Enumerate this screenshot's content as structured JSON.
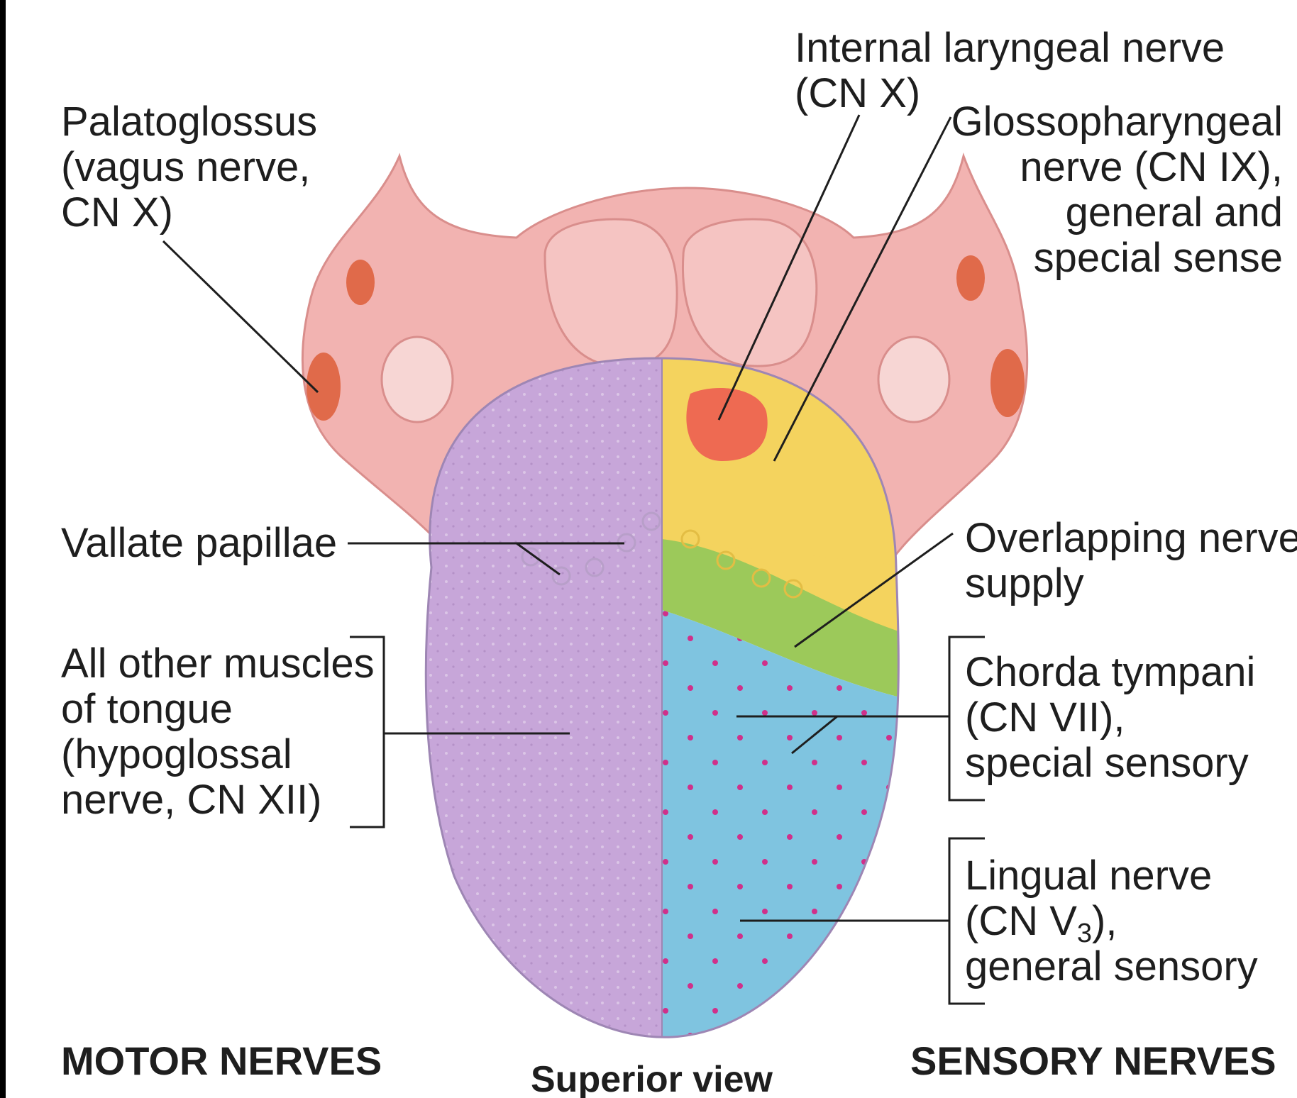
{
  "labels": {
    "palatoglossus": [
      "Palatoglossus",
      "(vagus nerve,",
      "CN X)"
    ],
    "internal_laryngeal": [
      "Internal laryngeal nerve",
      "(CN X)"
    ],
    "glossopharyngeal": [
      "Glossopharyngeal",
      "nerve (CN IX),",
      "general and",
      "special sense"
    ],
    "vallate": "Vallate papillae",
    "overlapping": [
      "Overlapping nerve",
      "supply"
    ],
    "other_muscles": [
      "All other muscles",
      "of tongue",
      "(hypoglossal",
      "nerve, CN XII)"
    ],
    "chorda": [
      "Chorda tympani",
      "(CN VII),",
      "special sensory"
    ],
    "lingual": {
      "line1": "Lingual nerve",
      "line2_prefix": "(CN V",
      "line2_sub": "3",
      "line2_suffix": "),",
      "line3": "general sensory"
    },
    "motor": "MOTOR NERVES",
    "sensory": "SENSORY NERVES",
    "view": "Superior view"
  },
  "colors": {
    "pharynx": "#f2b3b1",
    "tonsil": "#e06a4a",
    "motor_side": "#c7a6d9",
    "glossopharyngeal_zone": "#f4d35e",
    "overlap_zone": "#9cc95a",
    "lingual_zone": "#7fc4e0",
    "laryngeal_zone": "#ee6a52"
  }
}
